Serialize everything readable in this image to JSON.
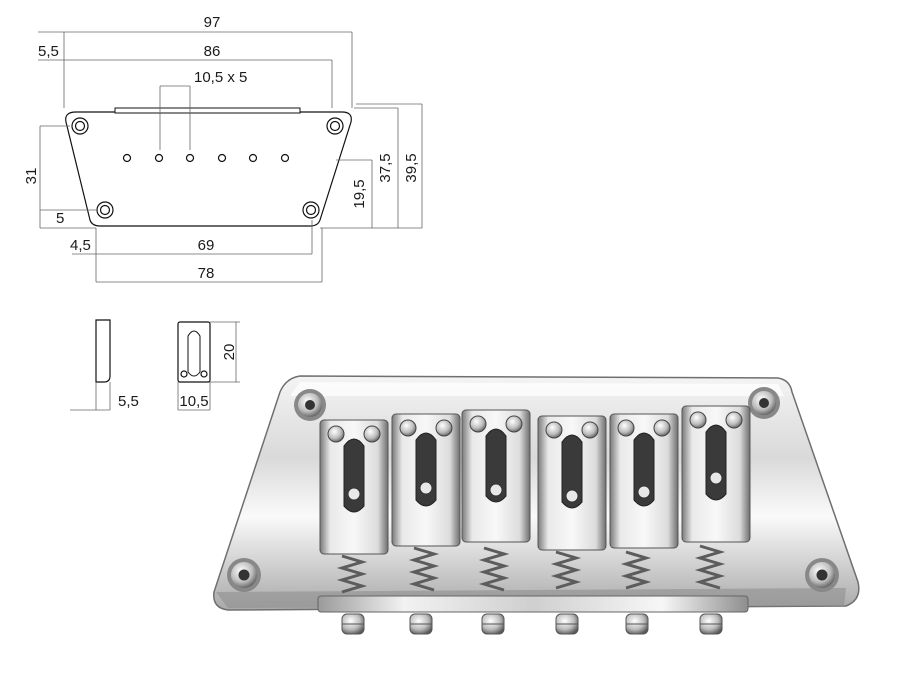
{
  "drawing": {
    "dim_total_top_width": "97",
    "dim_left_offset": "5,5",
    "dim_top_edge_width": "86",
    "dim_slot": "10,5 x 5",
    "dim_height_left": "31",
    "dim_hole_offset_vertical": "5",
    "dim_height_right_inner": "19,5",
    "dim_height_right_mid": "37,5",
    "dim_height_right_outer": "39,5",
    "dim_bottom_left_offset": "4,5",
    "dim_hole_spacing_bottom": "69",
    "dim_bottom_width": "78",
    "dim_saddle_side_width": "5,5",
    "dim_saddle_front_width": "10,5",
    "dim_saddle_height": "20"
  },
  "photo": {
    "subject": "chrome hardtail bridge with six saddles",
    "saddle_count": 6,
    "mounting_hole_count": 4
  }
}
